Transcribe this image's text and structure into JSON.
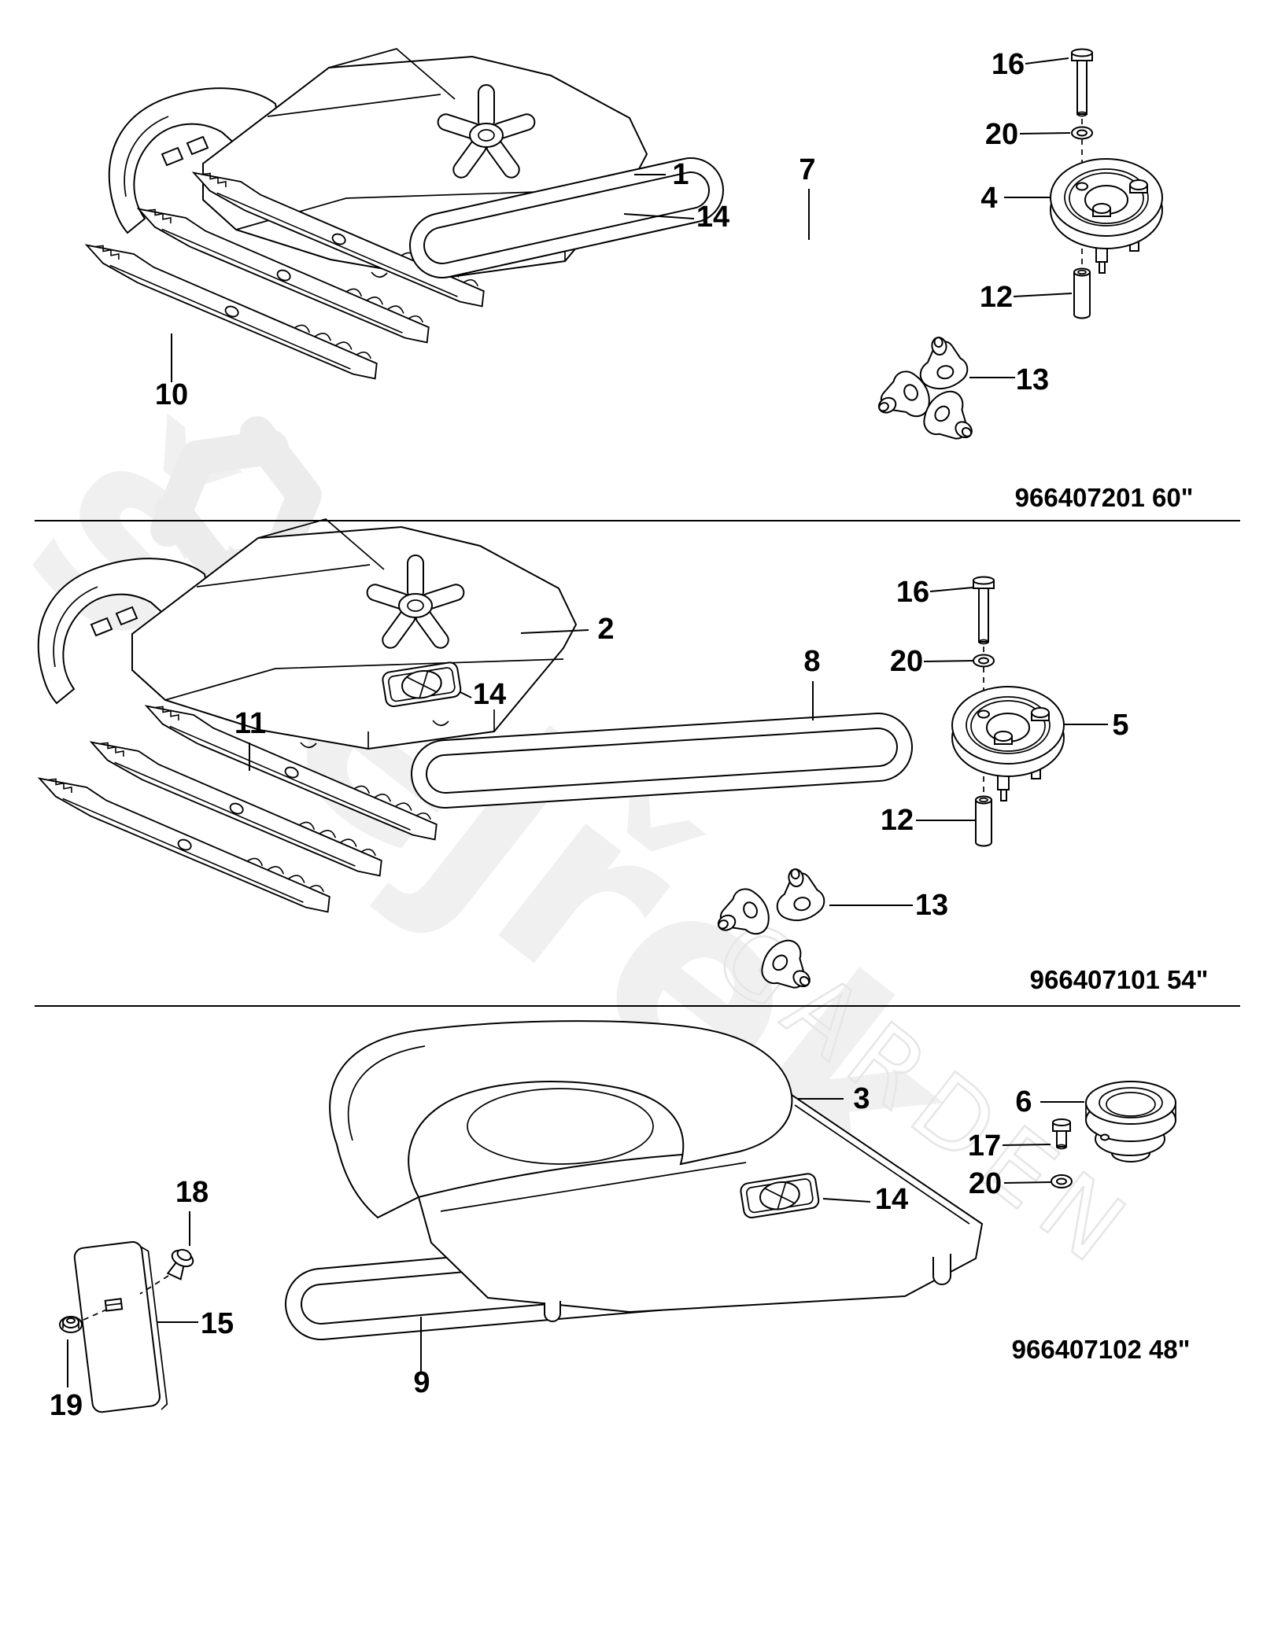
{
  "page": {
    "background": "#ffffff",
    "ink_color": "#000000"
  },
  "watermark": {
    "text": "švejřek",
    "subtext": "GARDEN",
    "text_color": "#f0f0f0",
    "subtext_outline_color": "#e6e6e6",
    "logo_color": "#ececec"
  },
  "sections": [
    {
      "part_number": "966407201 60\"",
      "callouts": [
        {
          "label": "1"
        },
        {
          "label": "14"
        },
        {
          "label": "7"
        },
        {
          "label": "16"
        },
        {
          "label": "20"
        },
        {
          "label": "4"
        },
        {
          "label": "12"
        },
        {
          "label": "13"
        },
        {
          "label": "10"
        }
      ]
    },
    {
      "part_number": "966407101 54\"",
      "callouts": [
        {
          "label": "2"
        },
        {
          "label": "14"
        },
        {
          "label": "8"
        },
        {
          "label": "16"
        },
        {
          "label": "20"
        },
        {
          "label": "5"
        },
        {
          "label": "12"
        },
        {
          "label": "11"
        },
        {
          "label": "13"
        }
      ]
    },
    {
      "part_number": "966407102 48\"",
      "callouts": [
        {
          "label": "3"
        },
        {
          "label": "6"
        },
        {
          "label": "17"
        },
        {
          "label": "20"
        },
        {
          "label": "14"
        },
        {
          "label": "18"
        },
        {
          "label": "15"
        },
        {
          "label": "19"
        },
        {
          "label": "9"
        }
      ]
    }
  ]
}
